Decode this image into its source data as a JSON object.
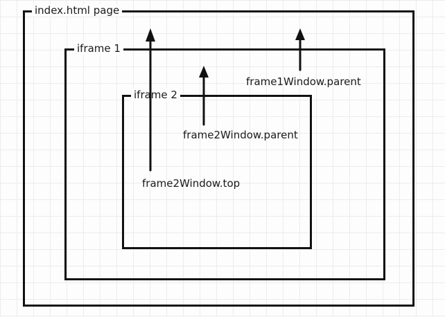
{
  "frames": {
    "index_label": "index.html page",
    "iframe1_label": "iframe 1",
    "iframe2_label": "iframe 2"
  },
  "arrows": {
    "frame1_parent_label": "frame1Window.parent",
    "frame2_parent_label": "frame2Window.parent",
    "frame2_top_label": "frame2Window.top"
  }
}
